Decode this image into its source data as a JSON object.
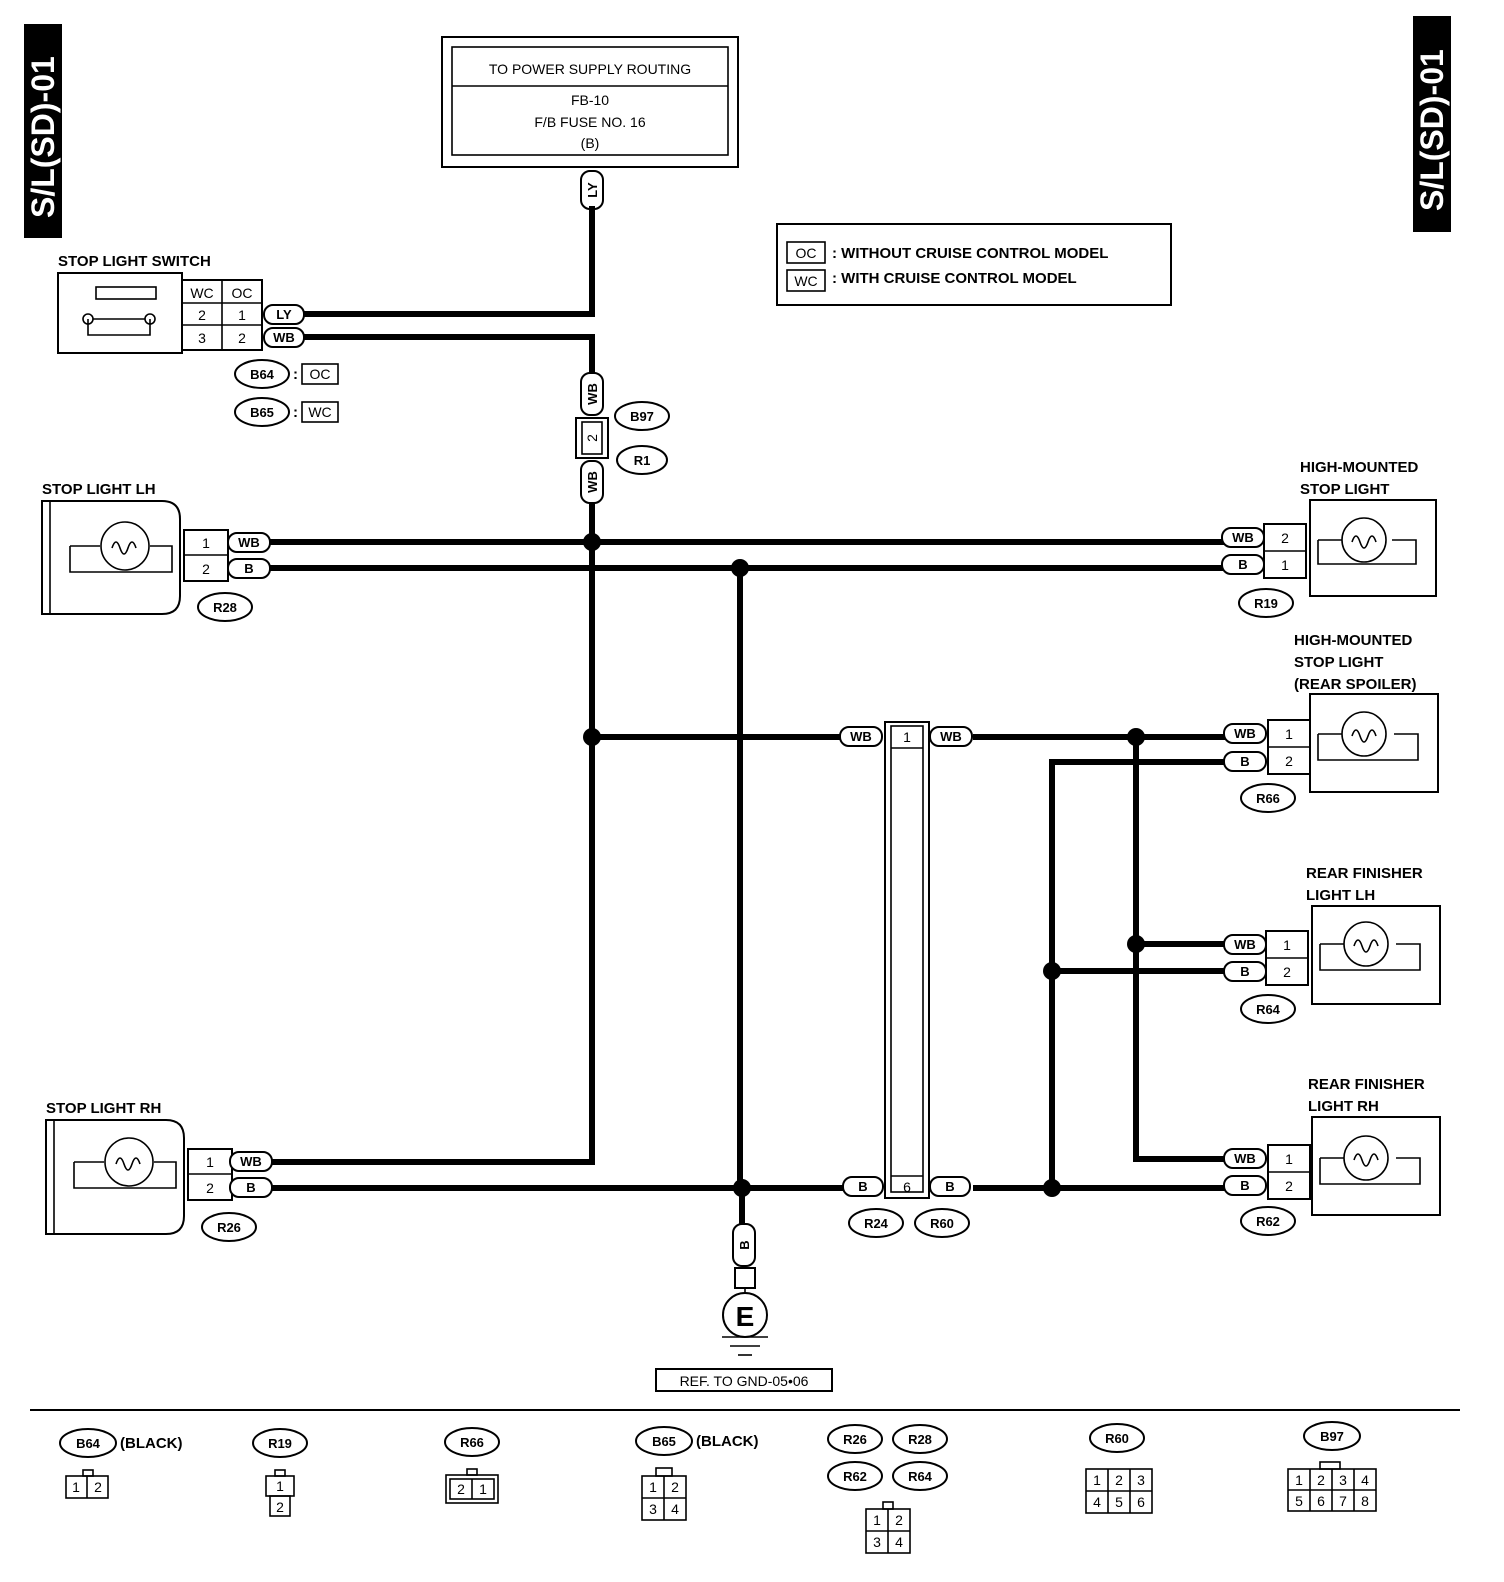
{
  "page_code": "S/L(SD)-01",
  "power": {
    "title": "TO POWER SUPPLY ROUTING",
    "line1": "FB-10",
    "line2": "F/B FUSE NO. 16",
    "line3": "(B)"
  },
  "legend": {
    "oc_code": "OC",
    "oc_text": ": WITHOUT CRUISE CONTROL MODEL",
    "wc_code": "WC",
    "wc_text": ": WITH CRUISE CONTROL MODEL"
  },
  "components": {
    "stop_light_switch": "STOP LIGHT SWITCH",
    "stop_light_lh": "STOP LIGHT LH",
    "stop_light_rh": "STOP LIGHT RH",
    "hmsl_1": "HIGH-MOUNTED",
    "hmsl_2": "STOP LIGHT",
    "hmsl_sp_1": "HIGH-MOUNTED",
    "hmsl_sp_2": "STOP LIGHT",
    "hmsl_sp_3": "(REAR SPOILER)",
    "rf_lh_1": "REAR FINISHER",
    "rf_lh_2": "LIGHT LH",
    "rf_rh_1": "REAR FINISHER",
    "rf_rh_2": "LIGHT RH",
    "ground": "E",
    "ground_ref": "REF. TO GND-05•06"
  },
  "wires": {
    "ly": "LY",
    "wb": "WB",
    "b": "B"
  },
  "switch_pins": {
    "wc": "WC",
    "oc": "OC",
    "wc1": "2",
    "oc1": "1",
    "wc2": "3",
    "oc2": "2"
  },
  "pins": {
    "p1": "1",
    "p2": "2",
    "p6": "6"
  },
  "connectors": {
    "b64": "B64",
    "b65": "B65",
    "b97": "B97",
    "r1": "R1",
    "r19": "R19",
    "r24": "R24",
    "r26": "R26",
    "r28": "R28",
    "r60": "R60",
    "r62": "R62",
    "r64": "R64",
    "r66": "R66",
    "oc": "OC",
    "wc": "WC",
    "colon": ":"
  },
  "key": {
    "black": "(BLACK)",
    "n1": "1",
    "n2": "2",
    "n3": "3",
    "n4": "4",
    "n5": "5",
    "n6": "6",
    "n7": "7",
    "n8": "8"
  }
}
